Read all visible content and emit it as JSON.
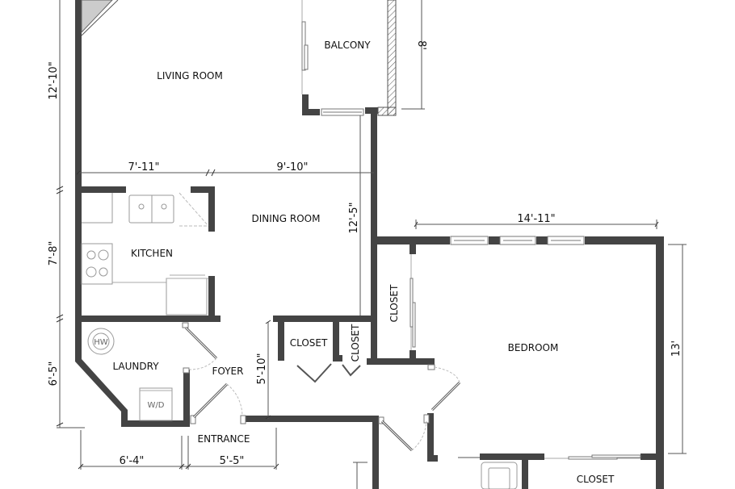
{
  "plan": {
    "colors": {
      "wall": "#444444",
      "background": "#ffffff",
      "dimension_line": "#555555",
      "fixture": "#999999"
    },
    "rooms": {
      "living_room": "LIVING ROOM",
      "balcony": "BALCONY",
      "dining_room": "DINING ROOM",
      "kitchen": "KITCHEN",
      "laundry": "LAUNDRY",
      "foyer": "FOYER",
      "entrance": "ENTRANCE",
      "closet_hall_1": "CLOSET",
      "closet_hall_2": "CLOSET",
      "closet_bedroom_side": "CLOSET",
      "bedroom": "BEDROOM",
      "closet_bottom": "CLOSET"
    },
    "fixtures": {
      "water_heater": "HW",
      "washer_dryer": "W/D"
    },
    "dimensions": {
      "living_height": "12'-10\"",
      "balcony_height": "8'",
      "kitchen_width": "7'-11\"",
      "dining_width": "9'-10\"",
      "kitchen_height": "7'-8\"",
      "dining_height": "12'-5\"",
      "laundry_height": "6'-5\"",
      "foyer_height": "5'-10\"",
      "laundry_width": "6'-4\"",
      "entrance_width": "5'-5\"",
      "bedroom_width": "14'-11\"",
      "bedroom_height": "13'"
    }
  }
}
